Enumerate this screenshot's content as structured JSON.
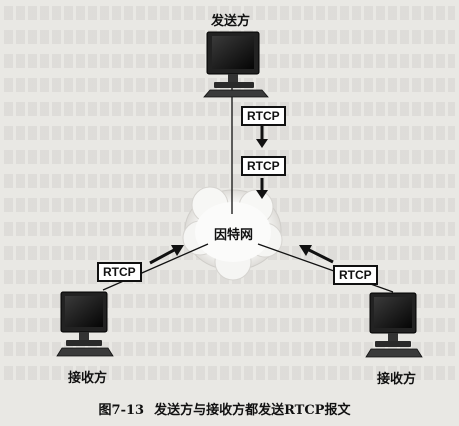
{
  "sender_label": "发送方",
  "network_label": "因特网",
  "receiver_left_label": "接收方",
  "receiver_right_label": "接收方",
  "rtcp_labels": [
    "RTCP",
    "RTCP",
    "RTCP",
    "RTCP"
  ],
  "figure": {
    "number": "图7-13",
    "caption": "发送方与接收方都发送RTCP报文"
  }
}
